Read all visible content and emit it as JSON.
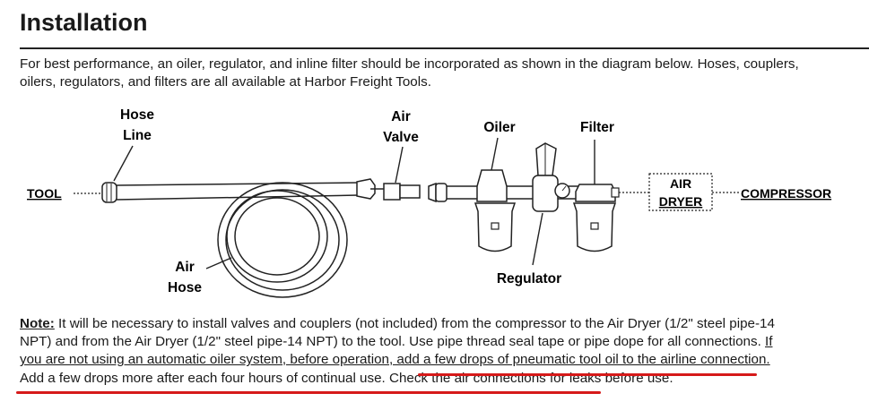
{
  "heading": "Installation",
  "intro": "For best performance, an oiler, regulator, and inline filter should be incorporated as shown in the diagram below.  Hoses, couplers, oilers, regulators, and filters are all available at Harbor Freight Tools.",
  "diagram": {
    "hose_line": [
      "Hose",
      "Line"
    ],
    "air_valve": [
      "Air",
      "Valve"
    ],
    "oiler": "Oiler",
    "filter": "Filter",
    "tool": "TOOL",
    "air_dryer": [
      "AIR",
      "DRYER"
    ],
    "compressor": "COMPRESSOR",
    "air_hose": [
      "Air",
      "Hose"
    ],
    "regulator": "Regulator"
  },
  "note": {
    "label": "Note:",
    "text_1": " It will be necessary to install valves and couplers (not included) from the compressor to the Air Dryer (1/2\" steel pipe-14 NPT) and from the Air Dryer (1/2\" steel pipe-14 NPT) to the tool.  Use pipe thread seal tape or pipe dope for all connections.  ",
    "underlined": "If you are not using an automatic oiler system, before operation, add a few drops of pneumatic tool oil to the airline connection.",
    "text_2": "  Add a few drops more after each four hours of continual use.  Check the air connections for leaks before use."
  },
  "colors": {
    "highlight": "#d61a1a",
    "text": "#1a1a1a"
  }
}
